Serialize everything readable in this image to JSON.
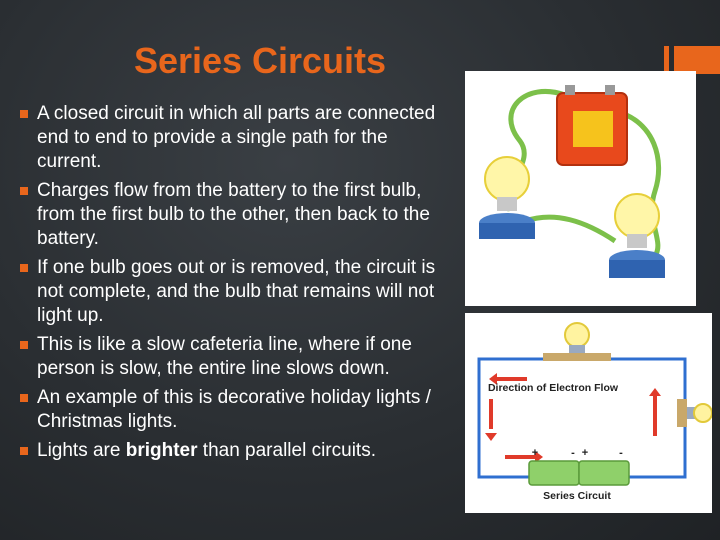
{
  "slide": {
    "title": "Series Circuits",
    "accent_color": "#e8661c",
    "bullets": [
      {
        "text": "A closed circuit in which all parts are connected end to end to provide a single path for the current."
      },
      {
        "text": "Charges flow from the battery to the first bulb, from the first bulb to the other, then back to the battery."
      },
      {
        "text": "If one bulb goes out or is removed, the circuit is not complete, and the bulb that remains will not light up."
      },
      {
        "text": "This is like a slow cafeteria line, where if one person is slow, the entire line slows down."
      },
      {
        "text": "An example of this is decorative holiday lights / Christmas lights."
      },
      {
        "pre": "Lights are ",
        "bold": "brighter",
        "post": " than parallel circuits."
      }
    ]
  },
  "diagram": {
    "flow_label": "Direction of Electron Flow",
    "caption": "Series Circuit",
    "plus_1": "+",
    "minus_1": "-",
    "plus_2": "+",
    "minus_2": "-"
  }
}
